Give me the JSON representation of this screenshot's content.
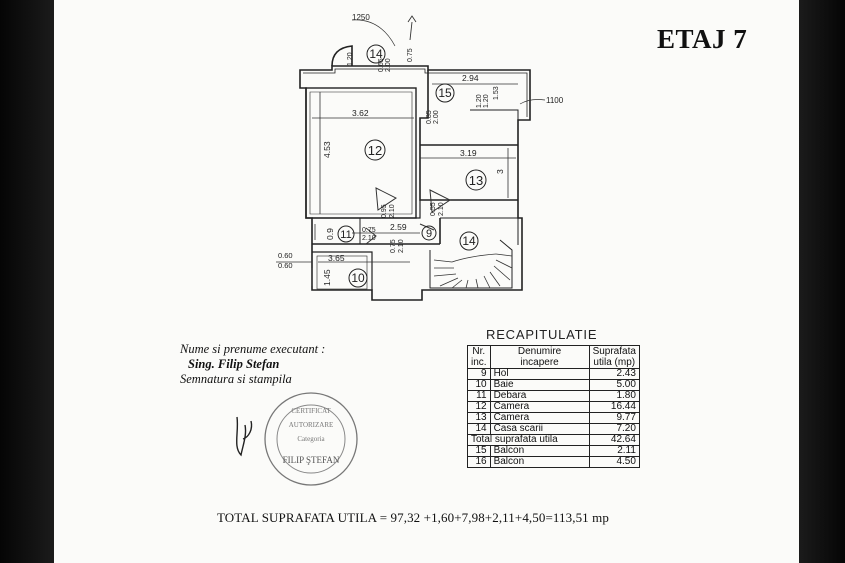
{
  "title": "ETAJ 7",
  "plan": {
    "annotation_top": "1250",
    "annotation_right": "1100",
    "room_ids": [
      "14",
      "15",
      "12",
      "13",
      "11",
      "9",
      "14",
      "10"
    ],
    "dimensions": {
      "d362": "3.62",
      "d294": "2.94",
      "d453": "4.53",
      "d319": "3.19",
      "d3": "3",
      "d259": "2.59",
      "d365": "3.65",
      "d145": "1.45",
      "d09": "0.9",
      "d060a": "0.60",
      "d060b": "0.60",
      "d075": "0.75",
      "d120": "1.20",
      "d065": "0.65",
      "d200a": "2.00",
      "d085": "0.85",
      "d200b": "2.00",
      "d120b": "1.20",
      "d120c": "1.20",
      "d153": "1.53",
      "d095": "0.95",
      "d210a": "2.10",
      "d055": "0.55",
      "d210b": "2.10",
      "d075b": "0.75",
      "d210c": "2.10",
      "d075c": "0.75",
      "d210d": "2.10"
    }
  },
  "executant": {
    "line1": "Nume si prenume executant :",
    "line2": "Sing. Filip Stefan",
    "line3": "Semnatura si stampila"
  },
  "recap": {
    "title": "RECAPITULATIE",
    "headers": {
      "nr": [
        "Nr.",
        "inc."
      ],
      "den": [
        "Denumire",
        "incapere"
      ],
      "sup": [
        "Suprafata",
        "utila (mp)"
      ]
    },
    "rows": [
      {
        "nr": "9",
        "name": "Hol",
        "area": "2.43"
      },
      {
        "nr": "10",
        "name": "Baie",
        "area": "5.00"
      },
      {
        "nr": "11",
        "name": "Debara",
        "area": "1.80"
      },
      {
        "nr": "12",
        "name": "Camera",
        "area": "16.44"
      },
      {
        "nr": "13",
        "name": "Camera",
        "area": "9.77"
      },
      {
        "nr": "14",
        "name": "Casa scarii",
        "area": "7.20"
      }
    ],
    "total_label": "Total suprafata utila",
    "total_value": "42.64",
    "balcony_rows": [
      {
        "nr": "15",
        "name": "Balcon",
        "area": "2.11"
      },
      {
        "nr": "16",
        "name": "Balcon",
        "area": "4.50"
      }
    ]
  },
  "total_line": "TOTAL SUPRAFATA UTILA = 97,32 +1,60+7,98+2,11+4,50=113,51 mp"
}
